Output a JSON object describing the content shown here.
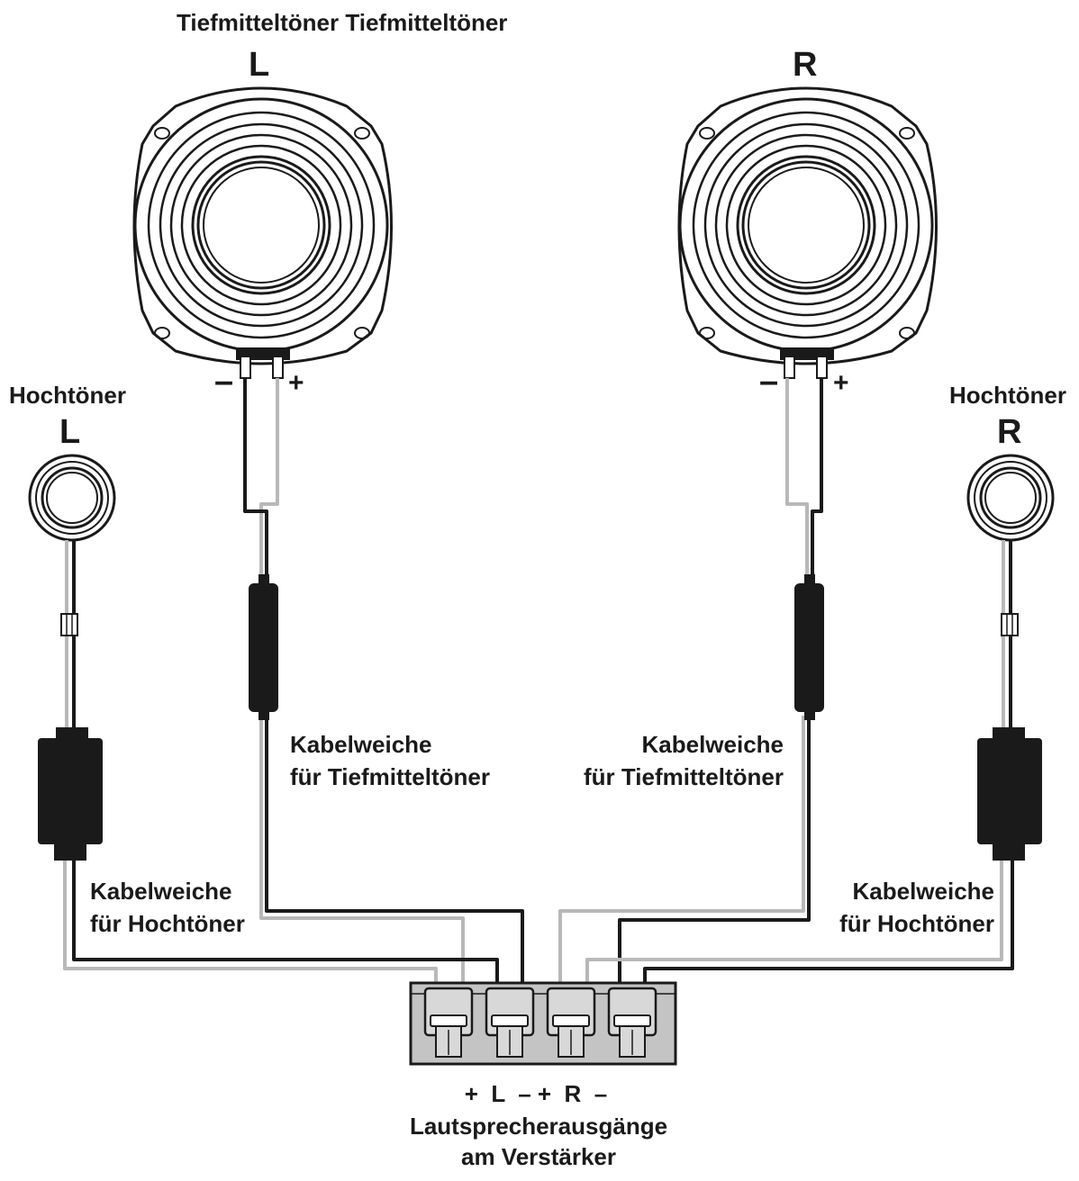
{
  "woofer_left": {
    "title": "Tiefmitteltöner Tiefmitteltöner",
    "channel": "L",
    "minus": "–",
    "plus": "+"
  },
  "woofer_right": {
    "channel": "R",
    "minus": "–",
    "plus": "+"
  },
  "tweeter_left": {
    "title": "Hochtöner",
    "channel": "L"
  },
  "tweeter_right": {
    "title": "Hochtöner",
    "channel": "R"
  },
  "crossover_woofer_left": {
    "line1": "Kabelweiche",
    "line2": "für Tiefmitteltöner"
  },
  "crossover_woofer_right": {
    "line1": "Kabelweiche",
    "line2": "für Tiefmitteltöner"
  },
  "crossover_tweeter_left": {
    "line1": "Kabelweiche",
    "line2": "für Hochtöner"
  },
  "crossover_tweeter_right": {
    "line1": "Kabelweiche",
    "line2": "für Hochtöner"
  },
  "amplifier": {
    "terminal_labels": "+  L  – +  R  –",
    "line1": "Lautsprecherausgänge",
    "line2": "am Verstärker"
  },
  "colors": {
    "line": "#1a1a1a",
    "wire_light": "#b8b8b8",
    "terminal_fill": "#c4c4c4"
  }
}
